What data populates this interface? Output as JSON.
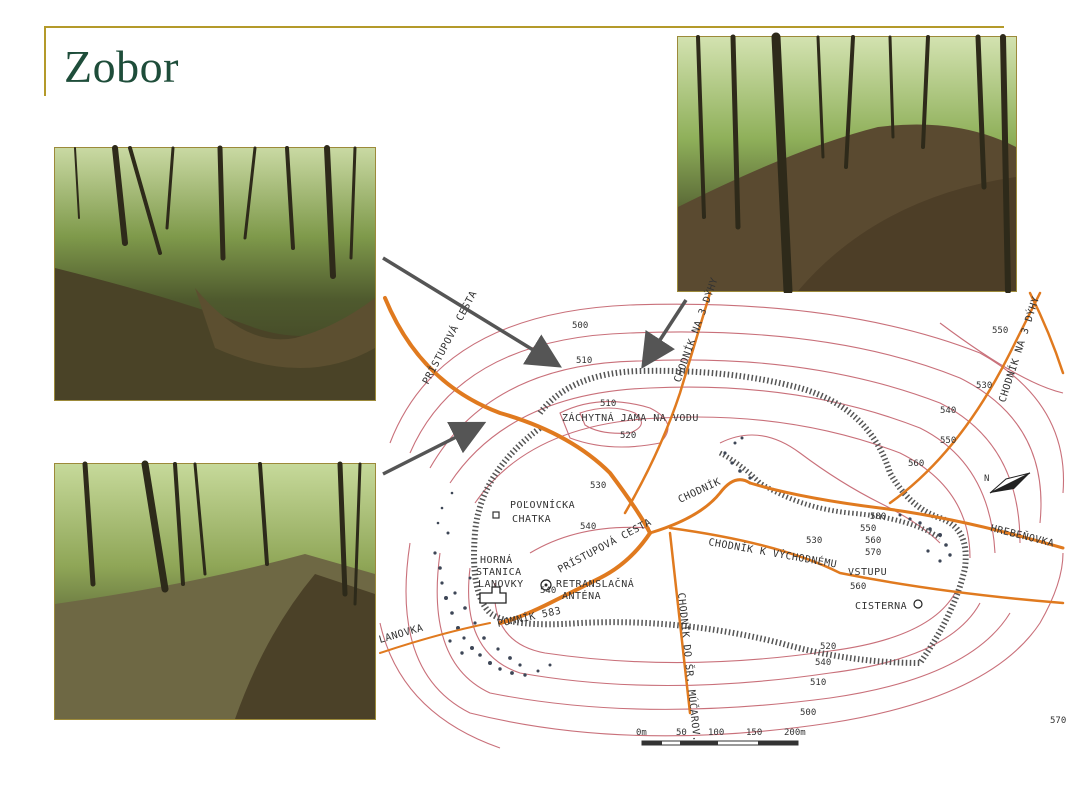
{
  "slide": {
    "title": "Zobor",
    "accent_color": "#b49a2a",
    "title_color": "#1e4d3a"
  },
  "photos": [
    {
      "name": "forest-trench-photo-1"
    },
    {
      "name": "forest-trench-photo-2"
    },
    {
      "name": "forest-rampart-photo"
    }
  ],
  "map": {
    "labels": {
      "approach_road_nw": "PRÍSTUPOVÁ CESTA",
      "catch_pit": "ZÁCHYTNÁ JAMA NA VODU",
      "path_to_dreams": "CHODNÍK NA 3 DÝHY",
      "path_east": "CHODNÍK NA 3 DÝHY",
      "hunting_lodge_1": "POĽOVNÍCKA",
      "hunting_lodge_2": "CHATKA",
      "path": "CHODNÍK",
      "approach_road": "PRÍSTUPOVÁ CESTA",
      "cable_station_1": "HORNÁ",
      "cable_station_2": "STANICA",
      "cable_station_3": "LANOVKY",
      "antenna_1": "RETRANSLAČNÁ",
      "antenna_2": "ANTÉNA",
      "monument": "POMNÍK 583",
      "path_to_entrance": "CHODNÍK K VÝCHODNÉMU",
      "entrance": "VSTUPU",
      "cistern": "CISTERNA",
      "path_south": "CHODNÍK DO ŠR. MÚČAROV.",
      "ridge": "HREBEŇOVKA",
      "cable": "LANOVKA"
    },
    "contours": [
      "500",
      "510",
      "510",
      "520",
      "530",
      "540",
      "540",
      "530",
      "550",
      "560",
      "570",
      "580",
      "550",
      "560",
      "540",
      "530",
      "520",
      "510",
      "500",
      "540",
      "550",
      "560",
      "570"
    ],
    "scale": {
      "ticks": [
        "0m",
        "50",
        "100",
        "150",
        "200m"
      ]
    },
    "colors": {
      "road": "#e07a1f",
      "contour": "#c9707a",
      "rampart": "#555555"
    }
  }
}
